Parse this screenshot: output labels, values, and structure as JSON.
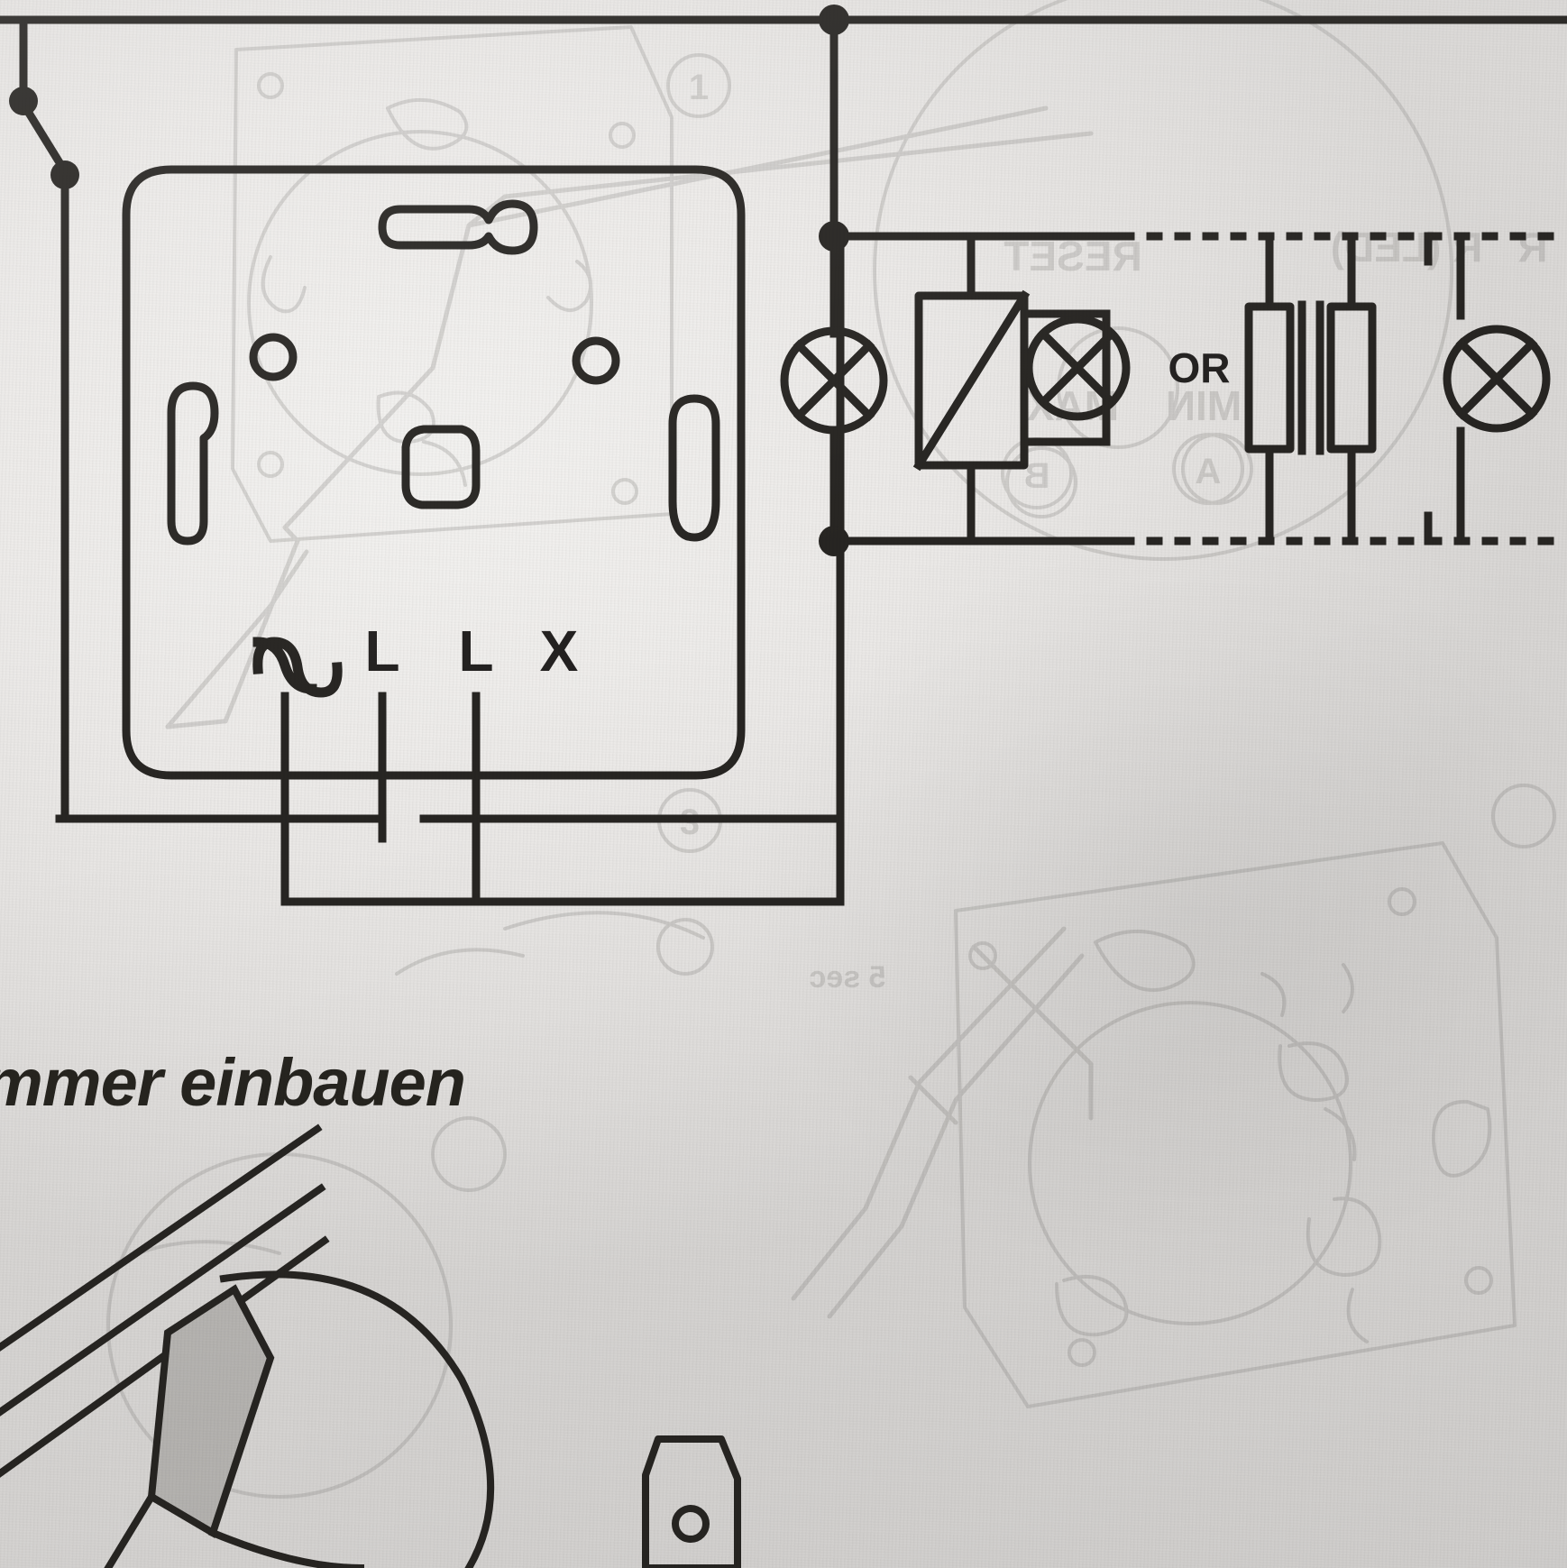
{
  "document": {
    "kind": "printed-instruction-sheet-photo",
    "language": "de",
    "caption": "mmer einbauen",
    "caption_full_hint": "…mmer einbauen"
  },
  "colors": {
    "ink": "#272522",
    "paper": "#ecebe9",
    "bleed_through": "#8f8d8a"
  },
  "dimmer_module": {
    "name": "flush-mount dimmer insert",
    "terminal_labels": [
      "∿",
      "L",
      "L",
      "X"
    ],
    "terminal_label_names": [
      "wave-symbol",
      "L",
      "L",
      "X"
    ]
  },
  "load_circuit": {
    "or_label": "OR",
    "symbols": [
      {
        "name": "lamp-symbol-1",
        "type": "lamp"
      },
      {
        "name": "transformer-block-symbol",
        "type": "transformer"
      },
      {
        "name": "lamp-symbol-2",
        "type": "lamp"
      },
      {
        "name": "transformer-coil-symbol",
        "type": "transformer"
      },
      {
        "name": "lamp-symbol-3",
        "type": "lamp"
      }
    ]
  },
  "bleed_through_text": {
    "reset": "RESET",
    "min": "MIN",
    "max": "MAX",
    "r_led": "R (LED)",
    "r": "R",
    "five_sec": "5 sec",
    "circle_a": "A",
    "circle_b": "B",
    "step_1": "1",
    "step_3": "3"
  }
}
